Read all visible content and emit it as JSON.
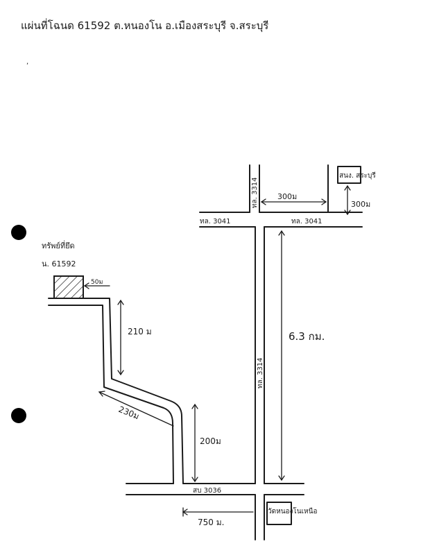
{
  "header": {
    "title_line": "แผ่นที่โฉนด 61592   ต.หนองโน   อ.เมืองสระบุรี   จ.สระบุรี"
  },
  "map": {
    "parcel": {
      "label_title": "ทรัพย์ที่ยึด",
      "label_deed": "น. 61592",
      "offset": "50ม"
    },
    "roads": {
      "road_north_vertical": "ทล. 3314",
      "road_3041_left": "ทล. 3041",
      "road_3041_right": "ทล. 3041",
      "road_main_vertical": "ทล. 3314",
      "road_3036": "สบ 3036"
    },
    "landmarks": {
      "office": "สนง. สระบุรี",
      "temple": "วัดหนองโนเหนือ"
    },
    "distances": {
      "d300_horizontal": "300ม",
      "d300_vertical": "300ม",
      "d210": "210 ม",
      "d230": "230ม",
      "d200": "200ม",
      "d63km": "6.3 กม.",
      "d750": "750 ม."
    }
  }
}
